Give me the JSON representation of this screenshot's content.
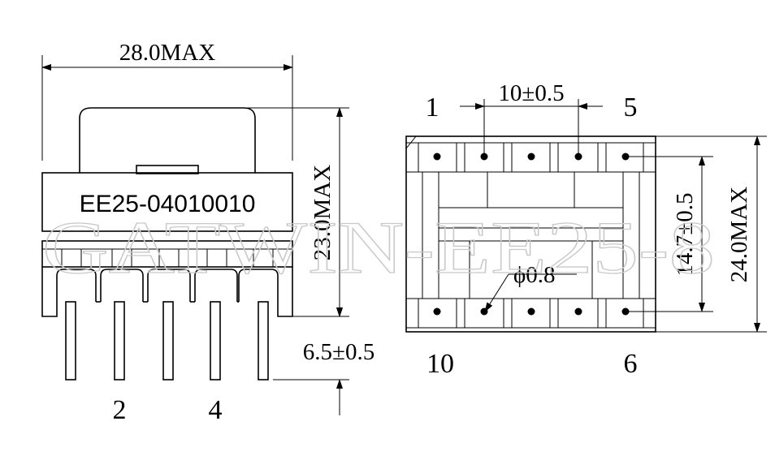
{
  "front_view": {
    "width_dim": "28.0MAX",
    "height_dim": "23.0MAX",
    "pin_length_dim": "6.5±0.5",
    "part_label": "EE25-04010010",
    "pin_labels": [
      "2",
      "4"
    ]
  },
  "pin_view": {
    "pin_spacing_dim": "10±0.5",
    "row_spacing_dim": "14.7±0.5",
    "depth_dim": "24.0MAX",
    "hole_dim": "ϕ0.8",
    "pin_top_left": "1",
    "pin_top_right": "5",
    "pin_bottom_left": "10",
    "pin_bottom_right": "6"
  },
  "watermark": "GATWIN-EE25-8"
}
